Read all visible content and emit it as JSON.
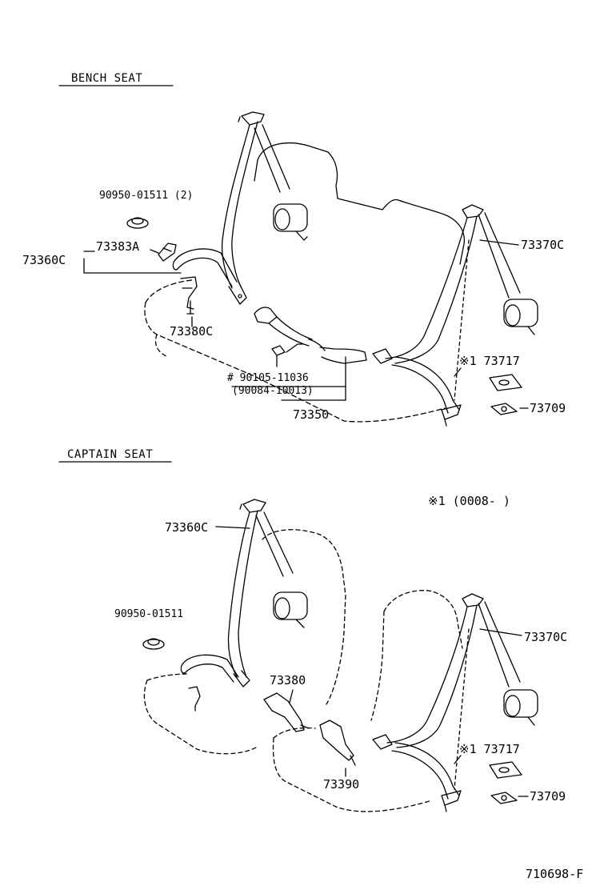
{
  "colors": {
    "ink": "#000000",
    "paper": "#ffffff"
  },
  "sections": {
    "bench": {
      "title": "BENCH SEAT",
      "labels": {
        "clip_part": "90950-01511 (2)",
        "belt_assy": "73360C",
        "bracket": "73383A",
        "anchor": "73380C",
        "bolt": "# 90105-11036",
        "bolt_alt": "(90084-10013)",
        "buckle": "73350",
        "belt_right": "73370C",
        "cover": "※1 73717",
        "plate": "73709"
      }
    },
    "captain": {
      "title": "CAPTAIN SEAT",
      "note": "※1  (0008-      )",
      "labels": {
        "belt_left": "73360C",
        "clip_part": "90950-01511",
        "buckle_a": "73380",
        "buckle_b": "73390",
        "belt_right": "73370C",
        "cover": "※1 73717",
        "plate": "73709"
      }
    }
  },
  "figure_id": "710698-F"
}
